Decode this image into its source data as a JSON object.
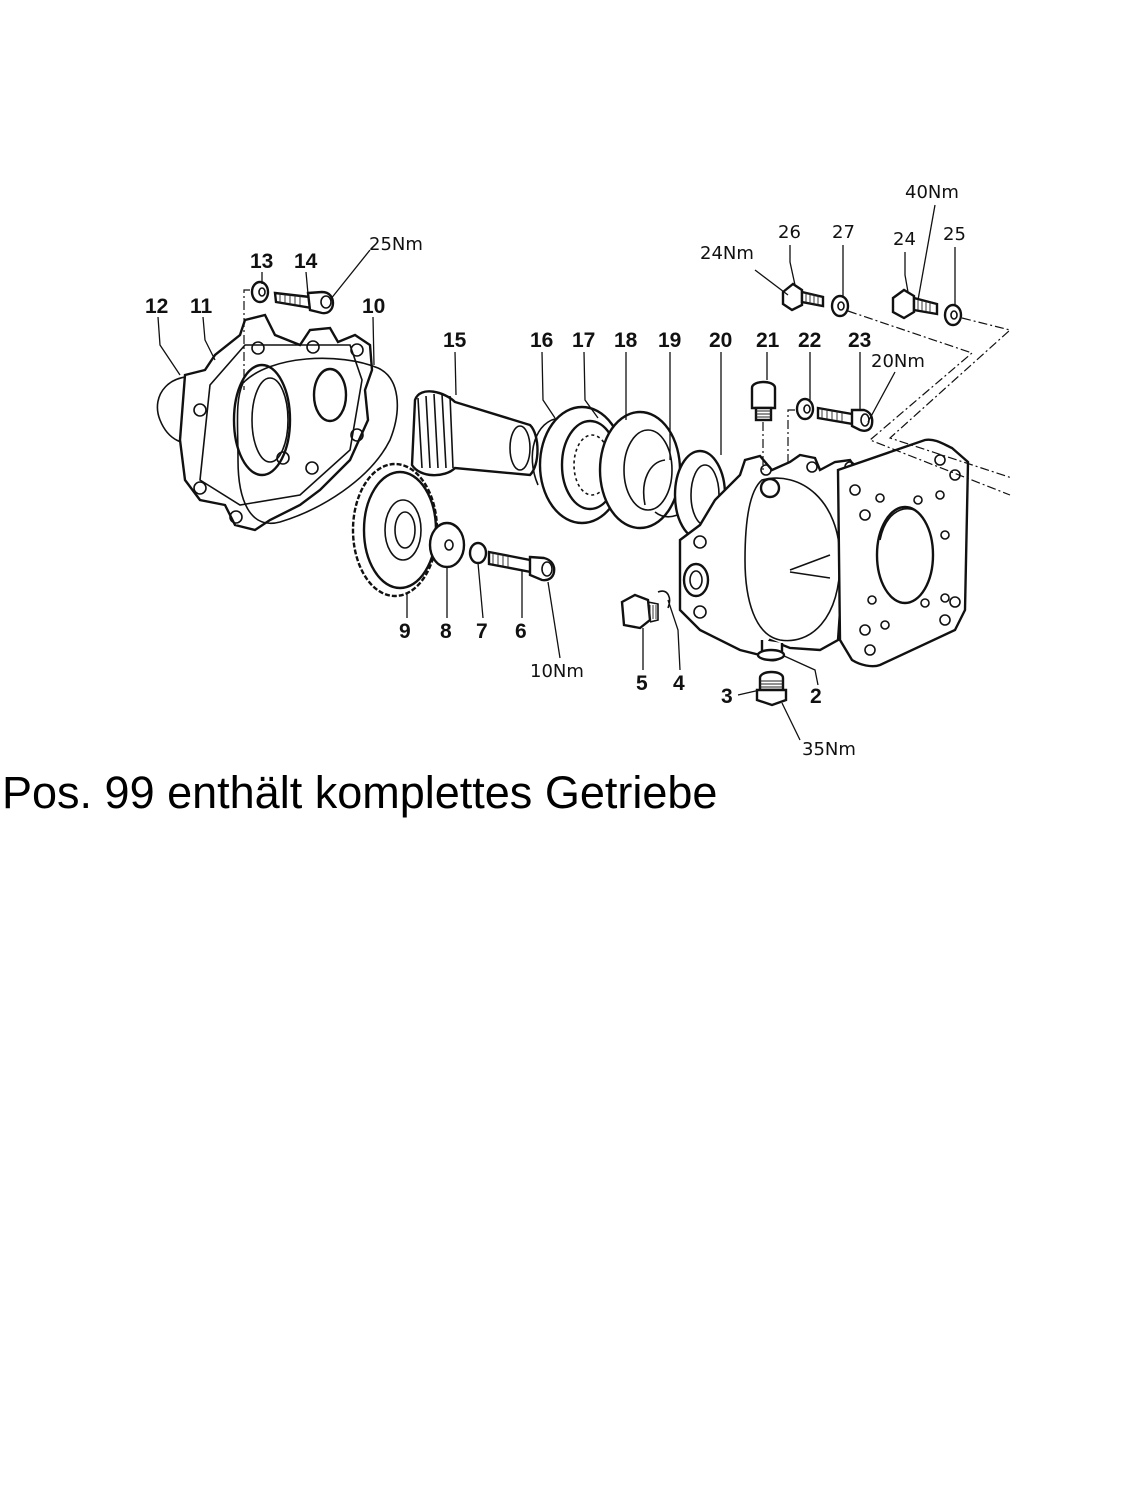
{
  "diagram": {
    "positions": {
      "p2": "2",
      "p3": "3",
      "p4": "4",
      "p5": "5",
      "p6": "6",
      "p7": "7",
      "p8": "8",
      "p9": "9",
      "p10": "10",
      "p11": "11",
      "p12": "12",
      "p13": "13",
      "p14": "14",
      "p15": "15",
      "p16": "16",
      "p17": "17",
      "p18": "18",
      "p19": "19",
      "p20": "20",
      "p21": "21",
      "p22": "22",
      "p23": "23",
      "p24": "24",
      "p25": "25",
      "p26": "26",
      "p27": "27"
    },
    "torques": {
      "t14": "25Nm",
      "t6": "10Nm",
      "t3": "35Nm",
      "t23": "20Nm",
      "t26": "24Nm",
      "t24": "40Nm"
    }
  },
  "caption": "Pos. 99 enthält komplettes Getriebe"
}
